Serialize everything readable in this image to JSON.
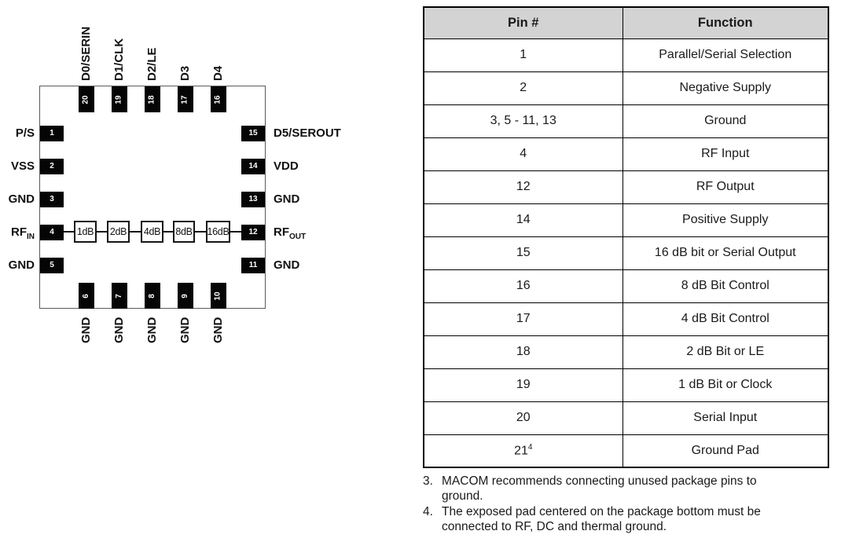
{
  "package_diagram": {
    "top_pins": [
      {
        "num": "20",
        "label": "D0/SERIN"
      },
      {
        "num": "19",
        "label": "D1/CLK"
      },
      {
        "num": "18",
        "label": "D2/LE"
      },
      {
        "num": "17",
        "label": "D3"
      },
      {
        "num": "16",
        "label": "D4"
      }
    ],
    "left_pins": [
      {
        "num": "1",
        "label": "P/S"
      },
      {
        "num": "2",
        "label": "VSS"
      },
      {
        "num": "3",
        "label": "GND"
      },
      {
        "num": "4",
        "label": "RF",
        "label_sub": "IN"
      },
      {
        "num": "5",
        "label": "GND"
      }
    ],
    "right_pins": [
      {
        "num": "15",
        "label": "D5/SEROUT"
      },
      {
        "num": "14",
        "label": "VDD"
      },
      {
        "num": "13",
        "label": "GND"
      },
      {
        "num": "12",
        "label": "RF",
        "label_sub": "OUT"
      },
      {
        "num": "11",
        "label": "GND"
      }
    ],
    "bottom_pins": [
      {
        "num": "6",
        "label": "GND"
      },
      {
        "num": "7",
        "label": "GND"
      },
      {
        "num": "8",
        "label": "GND"
      },
      {
        "num": "9",
        "label": "GND"
      },
      {
        "num": "10",
        "label": "GND"
      }
    ],
    "attenuator_blocks": [
      "1dB",
      "2dB",
      "4dB",
      "8dB",
      "16dB"
    ]
  },
  "pin_table": {
    "headers": [
      "Pin #",
      "Function"
    ],
    "rows": [
      {
        "pin": "1",
        "function": "Parallel/Serial Selection"
      },
      {
        "pin": "2",
        "function": "Negative Supply"
      },
      {
        "pin": "3, 5 - 11, 13",
        "function": "Ground"
      },
      {
        "pin": "4",
        "function": "RF Input"
      },
      {
        "pin": "12",
        "function": "RF Output"
      },
      {
        "pin": "14",
        "function": "Positive Supply"
      },
      {
        "pin": "15",
        "function": "16 dB bit or Serial Output"
      },
      {
        "pin": "16",
        "function": "8 dB Bit Control"
      },
      {
        "pin": "17",
        "function": "4 dB Bit Control"
      },
      {
        "pin": "18",
        "function": "2 dB Bit or LE"
      },
      {
        "pin": "19",
        "function": "1 dB Bit or Clock"
      },
      {
        "pin": "20",
        "function": "Serial Input"
      },
      {
        "pin": "21",
        "pin_sup": "4",
        "function": "Ground Pad"
      }
    ]
  },
  "notes": [
    {
      "num": "3.",
      "text": "MACOM recommends connecting unused package pins to ground."
    },
    {
      "num": "4.",
      "text": "The exposed pad centered on the package bottom must be connected to RF, DC and thermal ground."
    }
  ],
  "colors": {
    "header_bg": "#d3d3d3",
    "pad_fill": "#050505",
    "pad_text": "#ffffff",
    "text": "#1a1a1a"
  }
}
